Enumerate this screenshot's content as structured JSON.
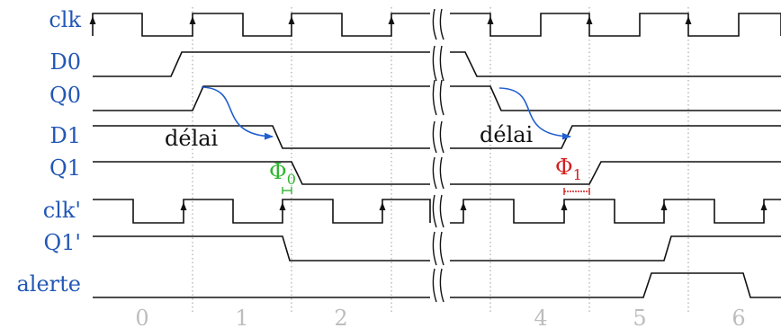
{
  "signals": [
    {
      "name": "clk"
    },
    {
      "name": "D0"
    },
    {
      "name": "Q0"
    },
    {
      "name": "D1"
    },
    {
      "name": "Q1"
    },
    {
      "name": "clk'"
    },
    {
      "name": "Q1'"
    },
    {
      "name": "alerte"
    }
  ],
  "axis_ticks": [
    "0",
    "1",
    "2",
    "4",
    "5",
    "6"
  ],
  "annotations": {
    "delay_label_1": "délai",
    "delay_label_2": "délai",
    "phase_0_symbol": "Φ",
    "phase_0_index": "0",
    "phase_1_symbol": "Φ",
    "phase_1_index": "1"
  },
  "colors": {
    "label": "#2257b5",
    "tick": "#bdbdbd",
    "arrow": "#1f5fd1",
    "phase_0": "#2fb52f",
    "phase_1": "#d11f1f",
    "wave": "#111111"
  }
}
